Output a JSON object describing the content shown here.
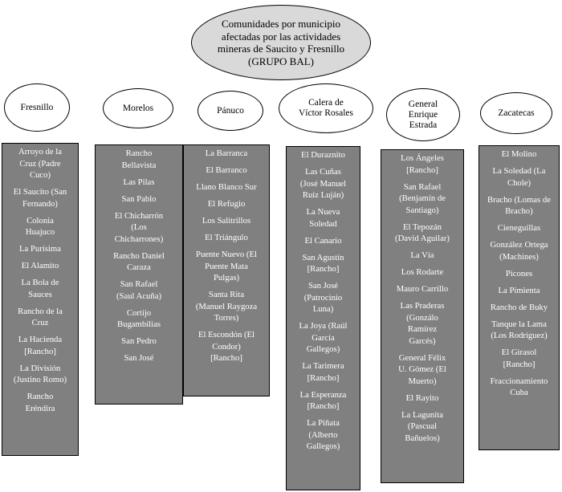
{
  "title": "Comunidades por municipio\nafectadas por las actividades\nmineras de Saucito y Fresnillo\n(GRUPO BAL)",
  "municipalities": [
    {
      "name": "Fresnillo",
      "communities": [
        "Arroyo de la\nCruz (Padre\nCuco)",
        "El Saucito (San\nFernando)",
        "Colonia\nHuajuco",
        "La Purísima",
        "El Alamito",
        "La Bola de\nSauces",
        "Rancho de la\nCruz",
        "La Hacienda\n[Rancho]",
        "La División\n(Justino Romo)",
        "Rancho\nEréndira"
      ]
    },
    {
      "name": "Morelos",
      "communities": [
        "Rancho\nBellavista",
        "Las Pilas",
        "San Pablo",
        "El Chicharrón\n(Los\nChicharrones)",
        "Rancho Daniel\nCaraza",
        "San Rafael\n(Saul Acuña)",
        "Cortijo\nBugambilias",
        "San Pedro",
        "San José"
      ]
    },
    {
      "name": "Pánuco",
      "communities": [
        "La Barranca",
        "El Barranco",
        "Llano Blanco Sur",
        "El Refugio",
        "Los Salitrillos",
        "El Triángulo",
        "Puente Nuevo (El\nPuente Mata\nPulgas)",
        "Santa Rita\n(Manuel Raygoza\nTorres)",
        "El Escondón (El\nCondor)\n[Rancho]"
      ]
    },
    {
      "name": "Calera de\nVíctor Rosales",
      "communities": [
        "El Duraznito",
        "Las Cuñas\n(José Manuel\nRuiz Luján)",
        "La Nueva\nSoledad",
        "El Canario",
        "San Agustín\n[Rancho]",
        "San José\n(Patrocinio\nLuna)",
        "La Joya (Raúl\nGarcía\nGallegos)",
        "La Tarimera\n[Rancho]",
        "La Esperanza\n[Rancho]",
        "La Piñata\n(Alberto\nGallegos)"
      ]
    },
    {
      "name": "General\nEnrique\nEstrada",
      "communities": [
        "Los Ángeles\n[Rancho]",
        "San Rafael\n(Benjamín de\nSantiago)",
        "El Tepozán\n(David Aguilar)",
        "La Vía",
        "Los Rodarte",
        "Mauro Carrillo",
        "Las Praderas\n(Gonzálo\nRamírez\nGarcés)",
        "General Félix\nU. Gómez (El\nMuerto)",
        "El Rayito",
        "La Lagunita\n(Pascual\nBañuelos)"
      ]
    },
    {
      "name": "Zacatecas",
      "communities": [
        "El Molino",
        "La Soledad (La\nChole)",
        "Bracho (Lomas de\nBracho)",
        "Cieneguillas",
        "González Ortega\n(Machines)",
        "Picones",
        "La Pimienta",
        "Rancho de Buky",
        "Tanque la Lama\n(Los Rodríguez)",
        "El Girasol\n[Rancho]",
        "Fraccionamiento\nCuba"
      ]
    }
  ]
}
